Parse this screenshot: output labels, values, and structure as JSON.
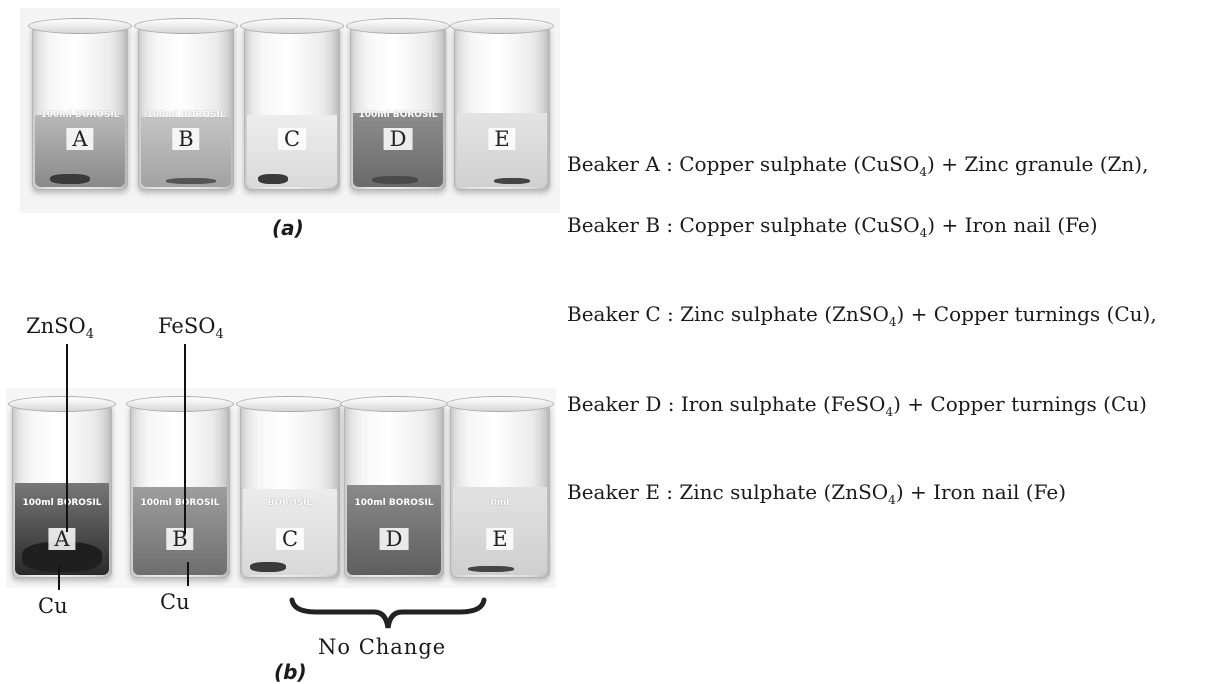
{
  "photo_a": {
    "caption": "(a)",
    "beakers": [
      {
        "label": "A",
        "brand": "100ml BOROSIL"
      },
      {
        "label": "B",
        "brand": "100ml BOROSIL"
      },
      {
        "label": "C",
        "brand": ""
      },
      {
        "label": "D",
        "brand": "100ml BOROSIL"
      },
      {
        "label": "E",
        "brand": ""
      }
    ]
  },
  "photo_b": {
    "caption": "(b)",
    "beakers": [
      {
        "label": "A",
        "brand": "100ml BOROSIL"
      },
      {
        "label": "B",
        "brand": "100ml BOROSIL"
      },
      {
        "label": "C",
        "brand": "BOROSIL"
      },
      {
        "label": "D",
        "brand": "100ml BOROSIL"
      },
      {
        "label": "E",
        "brand": "0ml"
      }
    ],
    "callouts": {
      "top_a": "ZnSO",
      "top_a_sub": "4",
      "top_b": "FeSO",
      "top_b_sub": "4",
      "bottom_a": "Cu",
      "bottom_b": "Cu"
    },
    "no_change": "No Change"
  },
  "descriptions": [
    {
      "pre": "Beaker A : Copper sulphate (CuSO",
      "sub": "4",
      "post": ") + Zinc granule (Zn),"
    },
    {
      "pre": "Beaker B : Copper sulphate (CuSO",
      "sub": "4",
      "post": ") + Iron nail (Fe)"
    },
    {
      "pre": "Beaker C : Zinc sulphate (ZnSO",
      "sub": "4",
      "post": ") + Copper turnings (Cu),"
    },
    {
      "pre": "Beaker D : Iron sulphate (FeSO",
      "sub": "4",
      "post": ") + Copper turnings (Cu)"
    },
    {
      "pre": "Beaker E : Zinc sulphate (ZnSO",
      "sub": "4",
      "post": ") + Iron nail (Fe)"
    }
  ]
}
